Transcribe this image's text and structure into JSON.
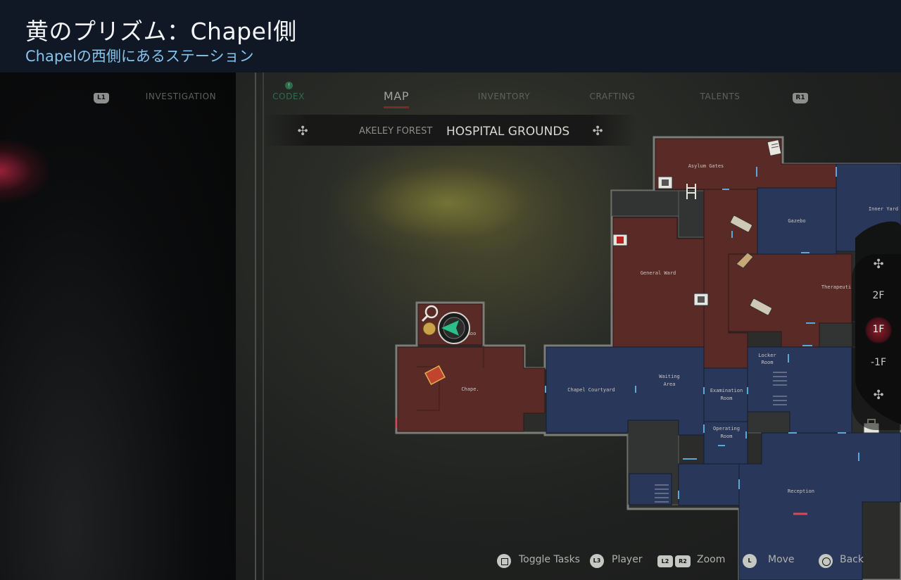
{
  "caption": {
    "title": "黄のプリズム：Chapel側",
    "subtitle": "Chapelの西側にあるステーション"
  },
  "nav": {
    "left_bumper": "L1",
    "right_bumper": "R1",
    "codex_badge": "!",
    "tabs": [
      "INVESTIGATION",
      "CODEX",
      "MAP",
      "INVENTORY",
      "CRAFTING",
      "TALENTS"
    ],
    "active_tab": "MAP"
  },
  "area": {
    "previous": "AKELEY FOREST",
    "current": "HOSPITAL GROUNDS"
  },
  "rooms": {
    "asylum_gates": "Asylum Gates",
    "gazebo": "Gazebo",
    "inner_yard": "Inner Yard",
    "general_ward": "General Ward",
    "therapeutic": "Therapeuti",
    "locker_room_1": "Locker",
    "locker_room_2": "Room",
    "chapel": "Chape.",
    "chapel_courtyard": "Chapel Courtyard",
    "waiting_area_1": "Waiting",
    "waiting_area_2": "Area",
    "examination_room_1": "Examination",
    "examination_room_2": "Room",
    "operating_room_1": "Operating",
    "operating_room_2": "Room",
    "reception": "Reception",
    "small_room": "Roo"
  },
  "floors": [
    "2F",
    "1F",
    "-1F"
  ],
  "active_floor": "1F",
  "hints": [
    {
      "key": "",
      "label": "Toggle Tasks"
    },
    {
      "key": "L3",
      "label": "Player"
    },
    {
      "key": "L2",
      "key2": "R2",
      "label": "Zoom"
    },
    {
      "key": "L",
      "label": "Move"
    },
    {
      "key": "",
      "label": "Back"
    }
  ],
  "colors": {
    "visited_room": "#5a2a26",
    "unvisited_room": "#29375a",
    "caption_bg": "#0f1824",
    "subtitle": "#86c4ee"
  }
}
